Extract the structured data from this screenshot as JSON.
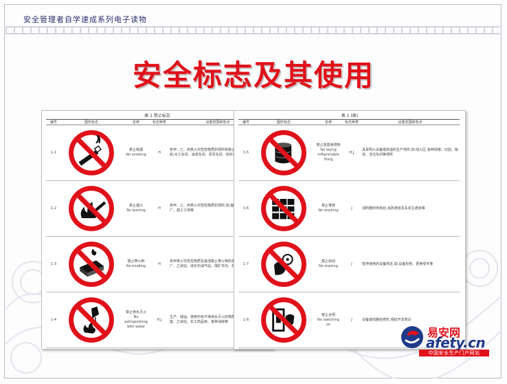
{
  "header": {
    "series_title": "安全管理者自学速成系列电子读物",
    "main_title": "安全标志及其使用"
  },
  "left_table": {
    "caption": "表 1  禁止标志",
    "columns": [
      "编号",
      "图形标志",
      "名称",
      "标志种类",
      "设置范围和地点"
    ],
    "rows": [
      {
        "no": "1-1",
        "icon": "no-smoking-icon",
        "name_cn": "禁止吸烟",
        "name_en": "No smoking",
        "kind": "H",
        "where": "有甲、乙、丙类火灾危险物质的场所和禁止吸烟的公共场所等,如:木工车间、油漆车间、沥青车间、纺织厂、印染厂等"
      },
      {
        "no": "1-2",
        "icon": "no-burning-icon",
        "name_cn": "禁止烟火",
        "name_en": "No burning",
        "kind": "H",
        "where": "有甲、乙、丙类火灾危险物质的场所,如:面粉厂、煤粉厂、焦化厂、施工工地等"
      },
      {
        "no": "1-3",
        "icon": "no-kindling-icon",
        "name_cn": "禁止带火种",
        "name_en": "No kindling",
        "kind": "H",
        "where": "有甲类火灾危险物质及其他禁止带火种的各种危险场所,如:炼油厂、乙炔站、液化石油气站、煤矿井内、林区、草原等"
      },
      {
        "no": "1-4",
        "icon": "no-water-extinguishing-icon",
        "name_cn": "禁止用水灭火",
        "name_en": "No extinguishing with water",
        "kind": "H,J",
        "where": "生产、储运、使用中有不准用水灭火的物质的场所,如:变压器室、乙炔站、化工药品库、各种油库等"
      }
    ]
  },
  "right_table": {
    "caption": "表 1 (续)",
    "columns": [
      "编号",
      "图形标志",
      "名称",
      "标志种类",
      "设置范围和地点"
    ],
    "rows": [
      {
        "no": "1-5",
        "icon": "no-inflammable-icon",
        "name_cn": "禁止放置易燃物",
        "name_en": "No laying inflammable thing",
        "kind": "H,J",
        "where": "具有明火设备或高温的生产场所,如:动火区,各种焊接、切割、锻造、浇注车间等场所"
      },
      {
        "no": "1-6",
        "icon": "no-stacking-icon",
        "name_cn": "禁止堆放",
        "name_en": "No stocking",
        "kind": "J",
        "where": "消防器材存放处,消防通道及车间主通道等"
      },
      {
        "no": "1-7",
        "icon": "no-starting-icon",
        "name_cn": "禁止启动",
        "name_en": "No starting",
        "kind": "J",
        "where": "暂停使用的设备附近,如:设备检修、更换零件等"
      },
      {
        "no": "1-8",
        "icon": "no-switching-on-icon",
        "name_cn": "禁止合闸",
        "name_en": "No switching on",
        "kind": "J",
        "where": "设备或线路检修时,相应开关附近"
      }
    ]
  },
  "logo": {
    "cn": "易安网",
    "en": "afety.cn",
    "slogan": "中国安全生产门户网站"
  },
  "colors": {
    "accent_red": "#e0111a",
    "brand_blue": "#203a8a"
  }
}
